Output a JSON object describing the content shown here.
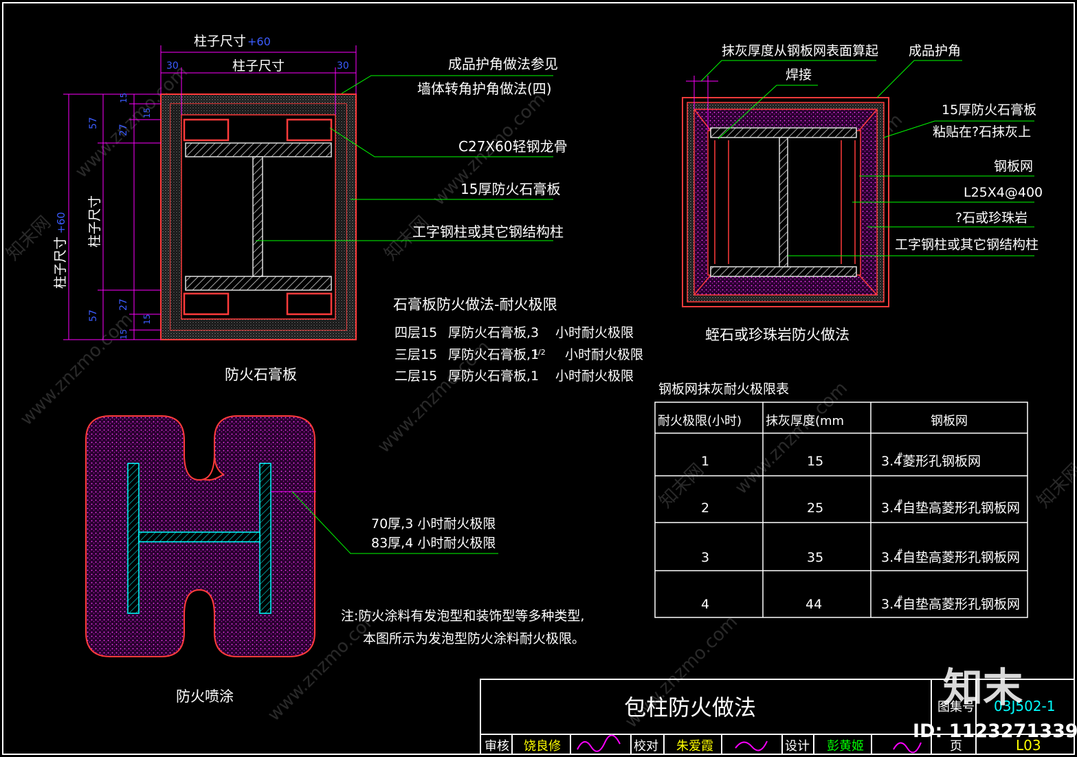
{
  "colors": {
    "background": "#000000",
    "frame": "#ffffff",
    "outline": "#ff3b3b",
    "fill": "#ff00ff",
    "leader": "#00ff00",
    "dimension": "#ff00ff",
    "accent_blue": "#3b5cff",
    "cyan": "#00ffff",
    "yellow": "#ffff00",
    "green_text": "#00ff00"
  },
  "gypsum_detail": {
    "title": "防火石膏板",
    "dim_top_outer": "柱子尺寸",
    "dim_top_plus": "+60",
    "dim_top_inner": "柱子尺寸",
    "dim_30_left": "30",
    "dim_30_right": "30",
    "dim_side_outer": "柱子尺寸",
    "dim_side_plus": "+60",
    "dim_side_inner": "柱子尺寸",
    "dim_57_top": "57",
    "dim_57_bottom": "57",
    "dim_27_top": "27",
    "dim_27_bottom": "27",
    "dim_15_a": "15",
    "dim_15_b": "15",
    "dim_15_c": "15",
    "dim_15_d": "15",
    "label_corner_1": "成品护角做法参见",
    "label_corner_2": "墙体转角护角做法(四)",
    "label_keel": "C27X60轻钢龙骨",
    "label_board": "15厚防火石膏板",
    "label_column": "工字钢柱或其它钢结构柱"
  },
  "gypsum_limits": {
    "heading": "石膏板防火做法-耐火极限",
    "rows": [
      {
        "a": "四层15",
        "b": "厚防火石膏板,3",
        "c": "小时耐火极限"
      },
      {
        "a": "三层15",
        "b": "厚防火石膏板,1",
        "frac": "1/2",
        "c": "小时耐火极限"
      },
      {
        "a": "二层15",
        "b": "厚防火石膏板,1",
        "c": "小时耐火极限"
      }
    ]
  },
  "vermiculite_detail": {
    "title": "蛭石或珍珠岩防火做法",
    "label_plaster": "抹灰厚度从钢板网表面算起",
    "label_corner": "成品护角",
    "label_weld": "焊接",
    "label_board_1": "15厚防火石膏板",
    "label_board_2": "粘贴在?石抹灰上",
    "label_mesh": "钢板网",
    "label_angle": "L25X4@400",
    "label_material": "?石或珍珠岩",
    "label_column": "工字钢柱或其它钢结构柱"
  },
  "spray_detail": {
    "title": "防火喷涂",
    "label_1": "70厚,3 小时耐火极限",
    "label_2": "83厚,4 小时耐火极限",
    "note_1": "注:防火涂料有发泡型和装饰型等多种类型,",
    "note_2": "本图所示为发泡型防火涂料耐火极限。"
  },
  "mesh_table": {
    "title": "钢板网抹灰耐火极限表",
    "headers": [
      "耐火极限(小时)",
      "抹灰厚度(mm",
      "钢板网"
    ],
    "rows": [
      [
        "1",
        "15",
        "3.4",
        "#",
        "菱形孔钢板网"
      ],
      [
        "2",
        "25",
        "3.4",
        "#",
        "自垫高菱形孔钢板网"
      ],
      [
        "3",
        "35",
        "3.4",
        "#",
        "自垫高菱形孔钢板网"
      ],
      [
        "4",
        "44",
        "3.4",
        "#",
        "自垫高菱形孔钢板网"
      ]
    ]
  },
  "title_block": {
    "title": "包柱防火做法",
    "atlas_label": "图集号",
    "atlas_no": "03J502-1",
    "review_label": "审核",
    "review_name": "饶良修",
    "check_label": "校对",
    "check_name": "朱爱霞",
    "design_label": "设计",
    "design_name": "彭黄姬",
    "page_label": "页",
    "page_no": "L03"
  },
  "watermark": {
    "logo": "知末",
    "id_text": "ID: 1123271339",
    "site": "www.znzmo.com",
    "brand": "知末网"
  }
}
